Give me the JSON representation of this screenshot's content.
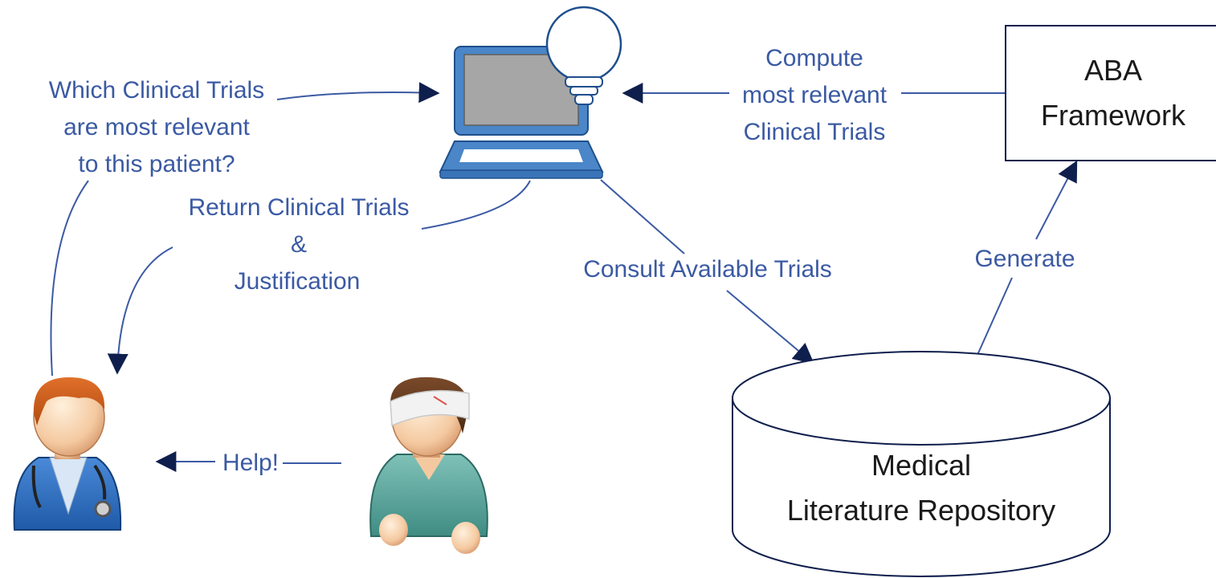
{
  "labels": {
    "question": [
      "Which Clinical Trials",
      "are most relevant",
      "to this patient?"
    ],
    "return": [
      "Return Clinical Trials",
      "&",
      "Justification"
    ],
    "compute": [
      "Compute",
      "most relevant",
      "Clinical Trials"
    ],
    "consult": "Consult Available Trials",
    "generate": "Generate",
    "help": "Help!"
  },
  "nodes": {
    "aba": [
      "ABA",
      "Framework"
    ],
    "repository": [
      "Medical",
      "Literature Repository"
    ]
  },
  "icons": {
    "computer": "laptop-with-lightbulb-icon",
    "doctor": "doctor-icon",
    "patient": "patient-icon"
  },
  "colors": {
    "text": "#3b5aa3",
    "arrow": "#0f1f4d",
    "line": "#3b5aa3",
    "laptop_frame": "#4a86c8",
    "laptop_screen": "#a6a6a6"
  }
}
